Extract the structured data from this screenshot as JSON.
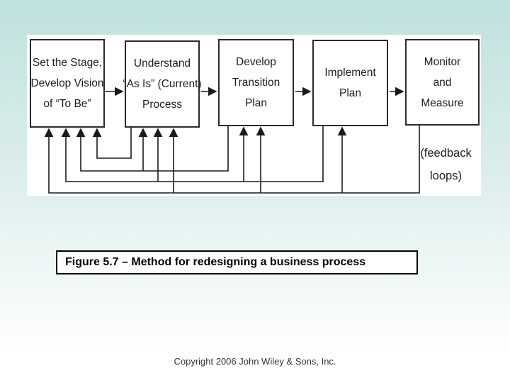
{
  "slide": {
    "background_top_color": "#bfe1de",
    "background_bottom_color": "#ffffff",
    "caption": "Figure 5.7 – Method for redesigning a business process",
    "copyright": "Copyright 2006 John Wiley & Sons, Inc."
  },
  "diagram": {
    "type": "flowchart",
    "line_color": "#1a1a1a",
    "boxes": [
      {
        "id": 1,
        "label": "Set the Stage,\nDevelop Vision\nof “To Be”"
      },
      {
        "id": 2,
        "label": "Understand\n“As Is” (Current)\nProcess"
      },
      {
        "id": 3,
        "label": "Develop\nTransition\nPlan"
      },
      {
        "id": 4,
        "label": "Implement\nPlan"
      },
      {
        "id": 5,
        "label": "Monitor\nand\nMeasure"
      }
    ],
    "main_flow": "1 → 2 → 3 → 4 → 5",
    "feedback_label": "(feedback\nloops)",
    "feedback_loops": [
      {
        "from": 2,
        "to": [
          1
        ]
      },
      {
        "from": 3,
        "to": [
          1,
          2
        ]
      },
      {
        "from": 4,
        "to": [
          1,
          2,
          3
        ]
      },
      {
        "from": 5,
        "to": [
          1,
          2,
          3,
          4
        ]
      }
    ]
  }
}
